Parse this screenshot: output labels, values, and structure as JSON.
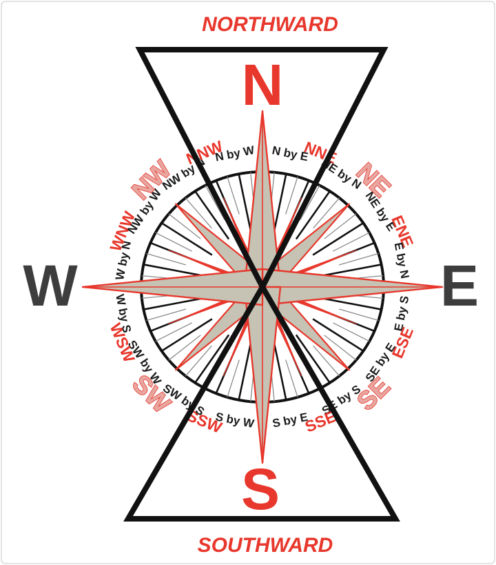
{
  "headings": {
    "top": "NORTHWARD",
    "bottom": "SOUTHWARD"
  },
  "cardinals": {
    "north": "N",
    "south": "S",
    "east": "E",
    "west": "W"
  },
  "points": [
    {
      "label": "N by E",
      "bearing": 11.25,
      "tier": "by"
    },
    {
      "label": "NNE",
      "bearing": 22.5,
      "tier": "three"
    },
    {
      "label": "NE by N",
      "bearing": 33.75,
      "tier": "by"
    },
    {
      "label": "NE",
      "bearing": 45,
      "tier": "inter"
    },
    {
      "label": "NE by E",
      "bearing": 56.25,
      "tier": "by"
    },
    {
      "label": "ENE",
      "bearing": 67.5,
      "tier": "three"
    },
    {
      "label": "E by N",
      "bearing": 78.75,
      "tier": "by"
    },
    {
      "label": "E by S",
      "bearing": 101.25,
      "tier": "by"
    },
    {
      "label": "ESE",
      "bearing": 112.5,
      "tier": "three"
    },
    {
      "label": "SE by E",
      "bearing": 123.75,
      "tier": "by"
    },
    {
      "label": "SE",
      "bearing": 135,
      "tier": "inter"
    },
    {
      "label": "SE by S",
      "bearing": 146.25,
      "tier": "by"
    },
    {
      "label": "SSE",
      "bearing": 157.5,
      "tier": "three"
    },
    {
      "label": "S by E",
      "bearing": 168.75,
      "tier": "by"
    },
    {
      "label": "S by W",
      "bearing": 191.25,
      "tier": "by"
    },
    {
      "label": "SSW",
      "bearing": 202.5,
      "tier": "three"
    },
    {
      "label": "SW by S",
      "bearing": 213.75,
      "tier": "by"
    },
    {
      "label": "SW",
      "bearing": 225,
      "tier": "inter"
    },
    {
      "label": "SW by W",
      "bearing": 236.25,
      "tier": "by"
    },
    {
      "label": "WSW",
      "bearing": 247.5,
      "tier": "three"
    },
    {
      "label": "W by S",
      "bearing": 258.75,
      "tier": "by"
    },
    {
      "label": "W by N",
      "bearing": 281.25,
      "tier": "by"
    },
    {
      "label": "WNW",
      "bearing": 292.5,
      "tier": "three"
    },
    {
      "label": "NW by W",
      "bearing": 303.75,
      "tier": "by"
    },
    {
      "label": "NW",
      "bearing": 315,
      "tier": "inter"
    },
    {
      "label": "NW by N",
      "bearing": 326.25,
      "tier": "by"
    },
    {
      "label": "NNW",
      "bearing": 337.5,
      "tier": "three"
    },
    {
      "label": "N by W",
      "bearing": 348.75,
      "tier": "by"
    }
  ],
  "colors": {
    "accent_red": "#e8372c",
    "intercardinal_pink": "#e9a6a0",
    "cardinal_gray": "#3d3d3d",
    "star_fill": "#c6c3b4",
    "outline_black": "#111111",
    "label_black": "#1a1a1a"
  }
}
